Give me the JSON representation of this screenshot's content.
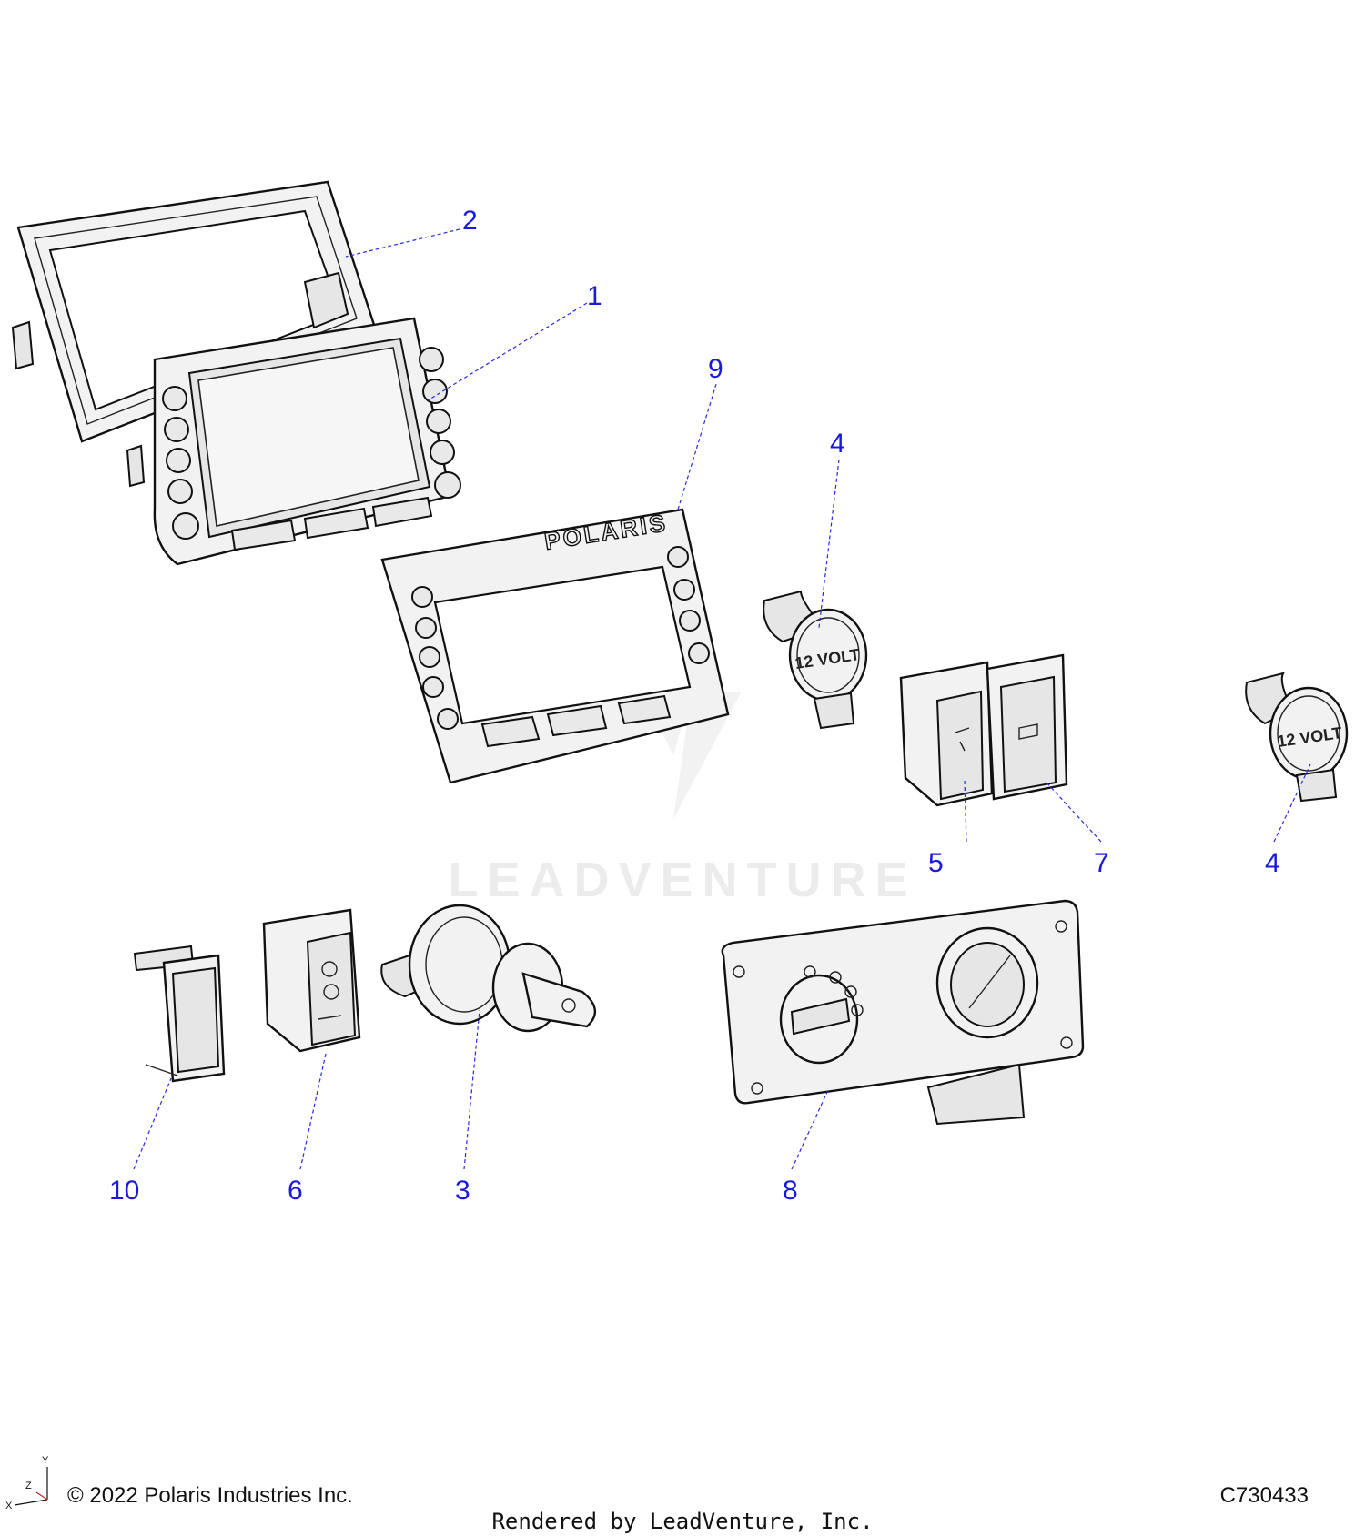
{
  "watermark": {
    "text": "LEADVENTURE"
  },
  "parts": {
    "display_text": {
      "polaris": "POLARIS",
      "volt_a": "12 VOLT",
      "volt_b": "12 VOLT"
    }
  },
  "callouts": [
    {
      "id": "callout-2",
      "label": "2"
    },
    {
      "id": "callout-1",
      "label": "1"
    },
    {
      "id": "callout-9",
      "label": "9"
    },
    {
      "id": "callout-4a",
      "label": "4"
    },
    {
      "id": "callout-4b",
      "label": "4"
    },
    {
      "id": "callout-5",
      "label": "5"
    },
    {
      "id": "callout-7",
      "label": "7"
    },
    {
      "id": "callout-10",
      "label": "10"
    },
    {
      "id": "callout-6",
      "label": "6"
    },
    {
      "id": "callout-3",
      "label": "3"
    },
    {
      "id": "callout-8",
      "label": "8"
    }
  ],
  "axes": {
    "y": "Y",
    "z": "Z",
    "x": "X"
  },
  "footer": {
    "copyright": "© 2022 Polaris Industries Inc.",
    "code": "C730433",
    "rendered_by": "Rendered by LeadVenture, Inc."
  }
}
